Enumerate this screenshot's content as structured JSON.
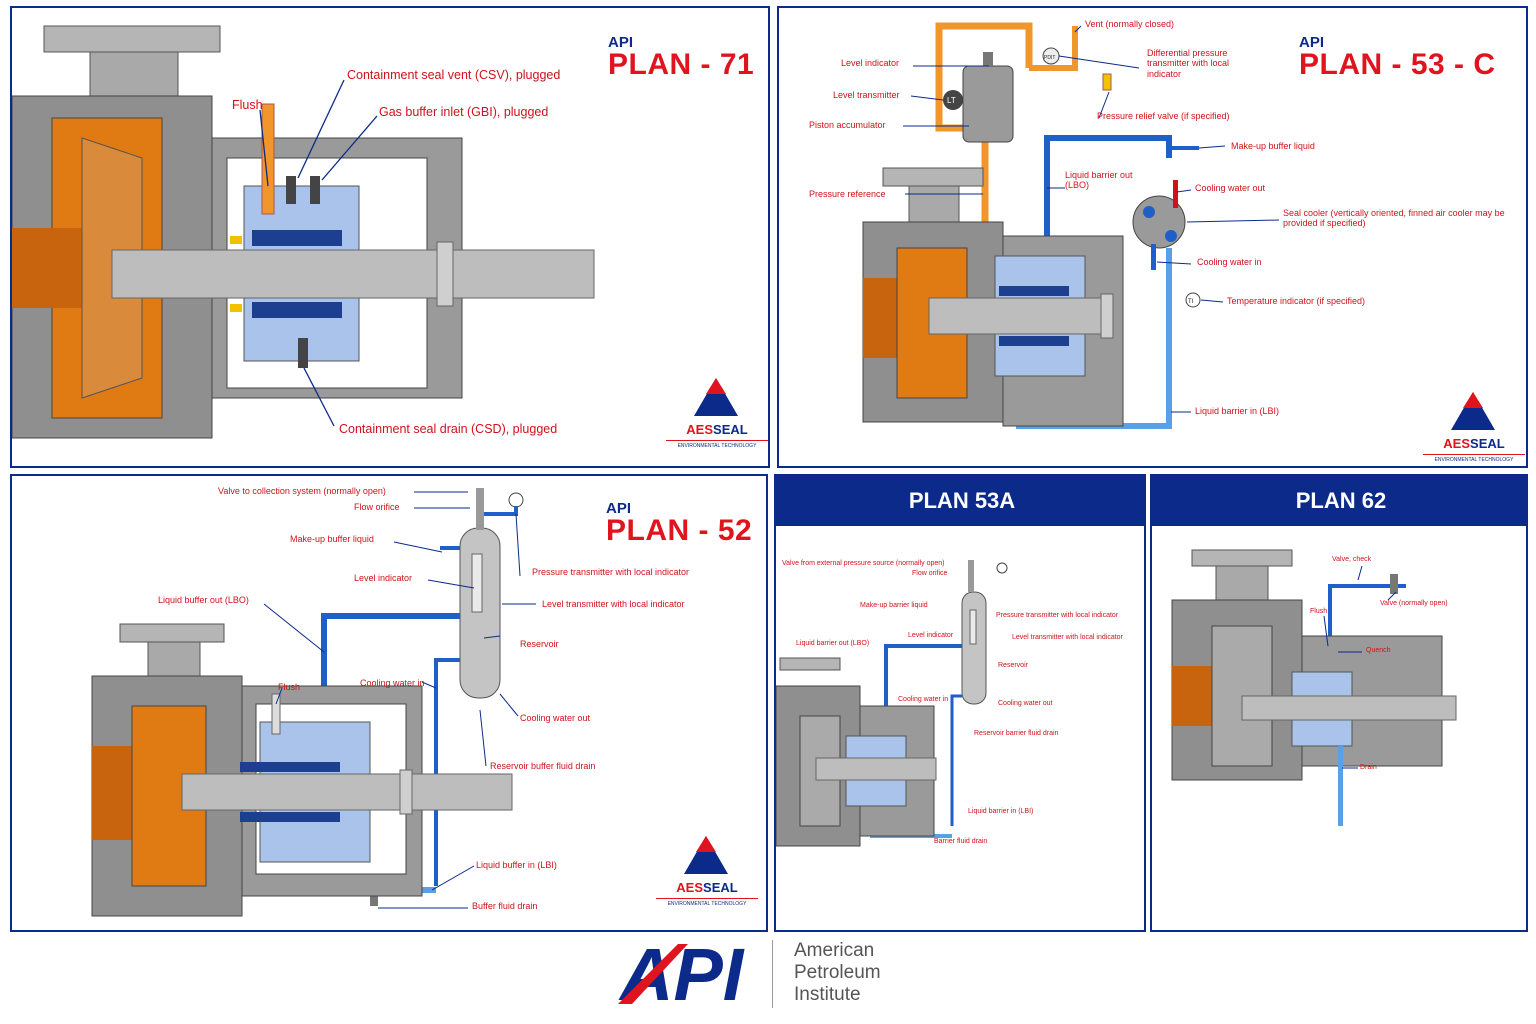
{
  "plan71": {
    "api": "API",
    "title": "PLAN - 71",
    "labels": {
      "flush": "Flush",
      "csv": "Containment seal vent (CSV), plugged",
      "gbi": "Gas buffer inlet (GBI), plugged",
      "csd": "Containment seal drain (CSD), plugged"
    }
  },
  "plan53c": {
    "api": "API",
    "title": "PLAN - 53 - C",
    "labels": {
      "vent": "Vent (normally closed)",
      "dp": "Differential pressure transmitter with local indicator",
      "level_indicator": "Level indicator",
      "level_transmitter": "Level transmitter",
      "piston": "Piston accumulator",
      "prv": "Pressure relief valve (if specified)",
      "makeup": "Make-up buffer liquid",
      "lbo": "Liquid barrier out (LBO)",
      "cw_out": "Cooling water out",
      "cooler": "Seal cooler (vertically oriented, finned air cooler may be provided if specified)",
      "pressure_ref": "Pressure reference",
      "cw_in": "Cooling water in",
      "temp": "Temperature indicator (if specified)",
      "lbi": "Liquid barrier in (LBI)",
      "lt_tag": "LT",
      "pdit_tag": "PDIT",
      "ti_tag": "TI"
    }
  },
  "plan52": {
    "api": "API",
    "title": "PLAN - 52",
    "labels": {
      "valve": "Valve to collection system (normally open)",
      "orifice": "Flow orifice",
      "makeup": "Make-up buffer liquid",
      "pt": "Pressure transmitter with local indicator",
      "level_indicator": "Level indicator",
      "level_transmitter": "Level transmitter with local indicator",
      "lbo": "Liquid buffer out (LBO)",
      "reservoir": "Reservoir",
      "flush": "Flush",
      "cw_in": "Cooling water in",
      "cw_out": "Cooling water out",
      "drain": "Reservoir buffer fluid drain",
      "lbi": "Liquid buffer in (LBI)",
      "buffer_drain": "Buffer fluid drain"
    }
  },
  "plan53a": {
    "title": "PLAN 53A",
    "labels": {
      "valve": "Valve from external pressure source (normally open)",
      "orifice": "Flow orifice",
      "makeup": "Make-up barrier liquid",
      "pt": "Pressure transmitter with local indicator",
      "level_indicator": "Level indicator",
      "level_transmitter": "Level transmitter with local indicator",
      "lbo": "Liquid barrier out (LBO)",
      "reservoir": "Reservoir",
      "cw_in": "Cooling water in",
      "cw_out": "Cooling water out",
      "drain": "Reservoir barrier fluid drain",
      "lbi": "Liquid barrier in (LBI)",
      "barrier_drain": "Barrier fluid drain"
    }
  },
  "plan62": {
    "title": "PLAN 62",
    "labels": {
      "check": "Valve, check",
      "valve": "Valve (normally open)",
      "flush": "Flush",
      "quench": "Quench",
      "drain": "Drain"
    }
  },
  "brand": {
    "aesseal_a": "AES",
    "aesseal_b": "SEAL",
    "aesseal_sub": "ENVIRONMENTAL TECHNOLOGY",
    "api_logo": "API",
    "footer_line1": "American",
    "footer_line2": "Petroleum",
    "footer_line3": "Institute"
  },
  "colors": {
    "frame": "#0b2a8a",
    "label": "#d0121b",
    "title": "#e0141e",
    "metal": "#a9a9a9",
    "casing": "#8f8f8f",
    "process": "#e07b14",
    "seal": "#a9c3ea",
    "pipe_blue": "#1f5fc8",
    "pipe_orange": "#f0962a"
  }
}
